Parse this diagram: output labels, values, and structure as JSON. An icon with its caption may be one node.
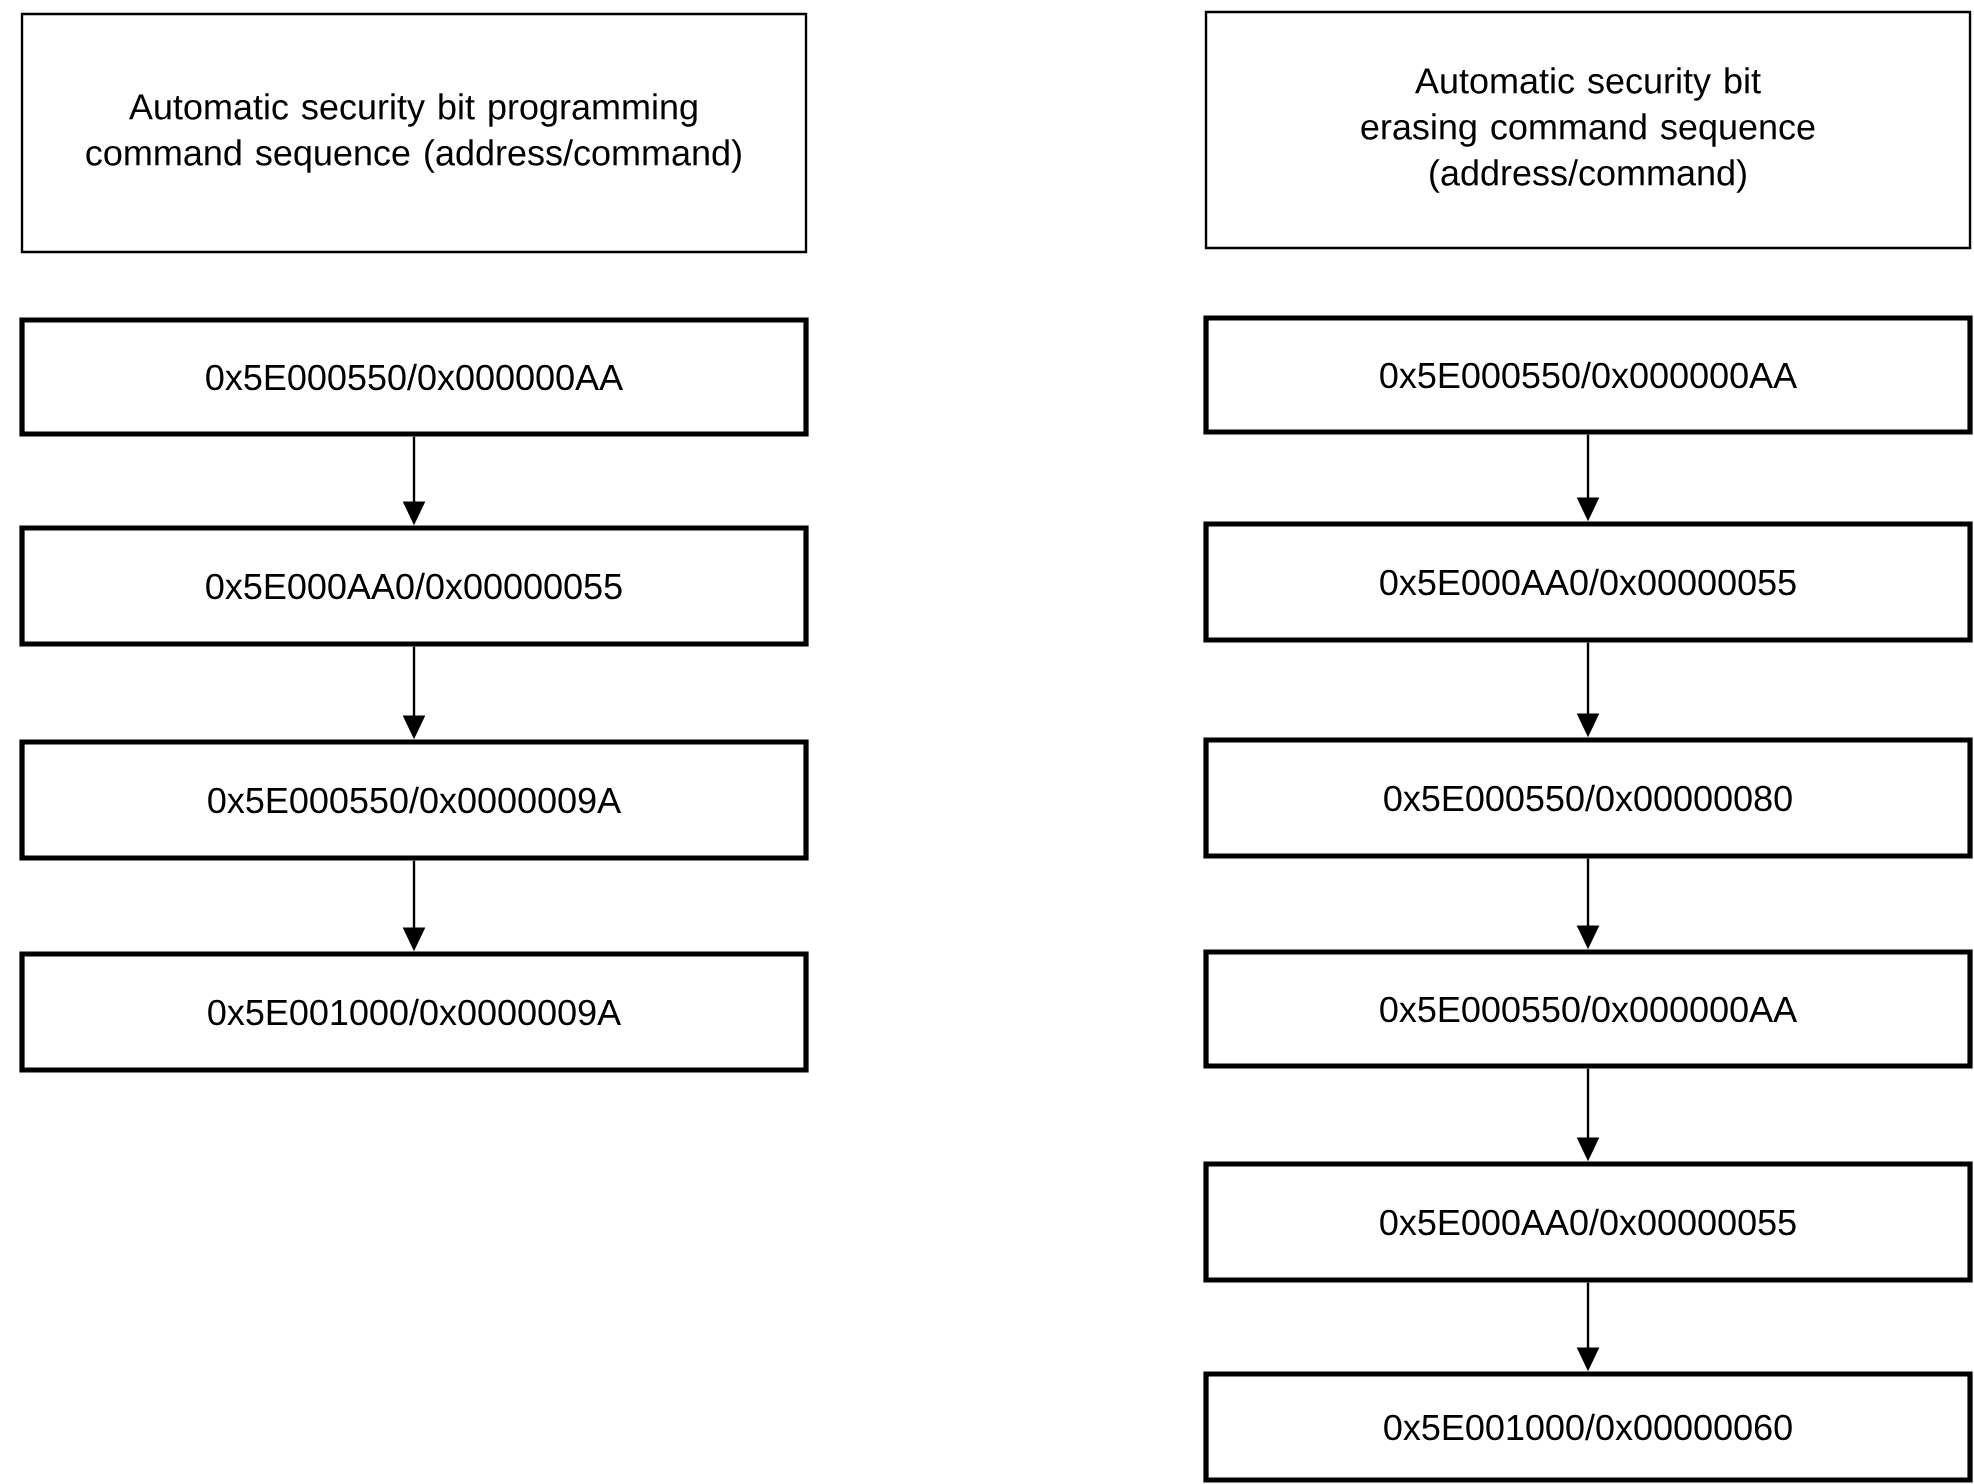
{
  "diagram": {
    "nodes": [
      {
        "text": [
          "Automatic security bit programming command sequence (address/command)"
        ]
      },
      {
        "text": [
          "0x5E000550/0x000000AA"
        ]
      },
      {
        "text": [
          "0x5E000AA0/0x00000055"
        ]
      },
      {
        "text": [
          "0x5E000550/0x0000009A"
        ]
      },
      {
        "text": [
          "0x5E001000/0x0000009A"
        ]
      },
      {
        "text": [
          "Automatic security bit erasing command sequence (address/command)"
        ]
      },
      {
        "text": [
          "0x5E000550/0x000000AA"
        ]
      },
      {
        "text": [
          "0x5E000AA0/0x00000055"
        ]
      },
      {
        "text": [
          "0x5E000550/0x00000080"
        ]
      },
      {
        "text": [
          "0x5E000550/0x000000AA"
        ]
      },
      {
        "text": [
          "0x5E000AA0/0x00000055"
        ]
      },
      {
        "text": [
          "0x5E001000/0x00000060"
        ]
      }
    ],
    "edges": [
      {
        "from": 1,
        "to": 2,
        "arrow": "to"
      },
      {
        "from": 2,
        "to": 3,
        "arrow": "to"
      },
      {
        "from": 3,
        "to": 4,
        "arrow": "to"
      },
      {
        "from": 6,
        "to": 7,
        "arrow": "to"
      },
      {
        "from": 7,
        "to": 8,
        "arrow": "to"
      },
      {
        "from": 8,
        "to": 9,
        "arrow": "to"
      },
      {
        "from": 9,
        "to": 10,
        "arrow": "to"
      },
      {
        "from": 10,
        "to": 11,
        "arrow": "to"
      }
    ]
  }
}
